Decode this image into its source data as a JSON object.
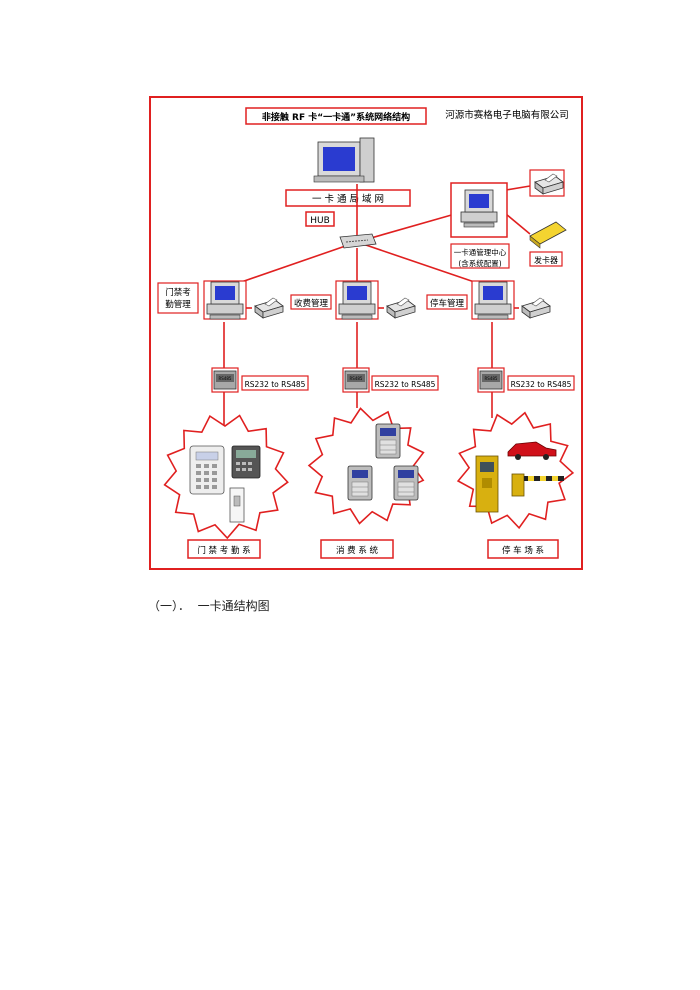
{
  "diagram": {
    "title": "非接触 RF 卡“一卡通”系统网络结构",
    "company": "河源市赛格电子电脑有限公司",
    "lan_label": "一 卡 通 局 域 网",
    "hub_label": "HUB",
    "center_label_line1": "一卡通管理中心",
    "center_label_line2": "(含系统配置)",
    "card_issuer_label": "发卡器",
    "branches": [
      {
        "left_label_line1": "门禁考",
        "left_label_line2": "勤管理",
        "converter_label": "RS232 to RS485",
        "converter_chip": "RS485",
        "system_label": "门 禁 考 勤 系"
      },
      {
        "left_label_line1": "收费管理",
        "left_label_line2": "",
        "converter_label": "RS232 to RS485",
        "converter_chip": "RS485",
        "system_label": "消 费 系 统"
      },
      {
        "left_label_line1": "停车管理",
        "left_label_line2": "",
        "converter_label": "RS232 to RS485",
        "converter_chip": "RS485",
        "system_label": "停 车 场 系"
      }
    ]
  },
  "caption": "（一）．  一卡通结构图",
  "colors": {
    "frame": "#e02020",
    "screen": "#2a3bd0",
    "device": "#d8d8d8",
    "car": "#d0101a",
    "booth": "#d8b010",
    "card": "#f4d430"
  }
}
